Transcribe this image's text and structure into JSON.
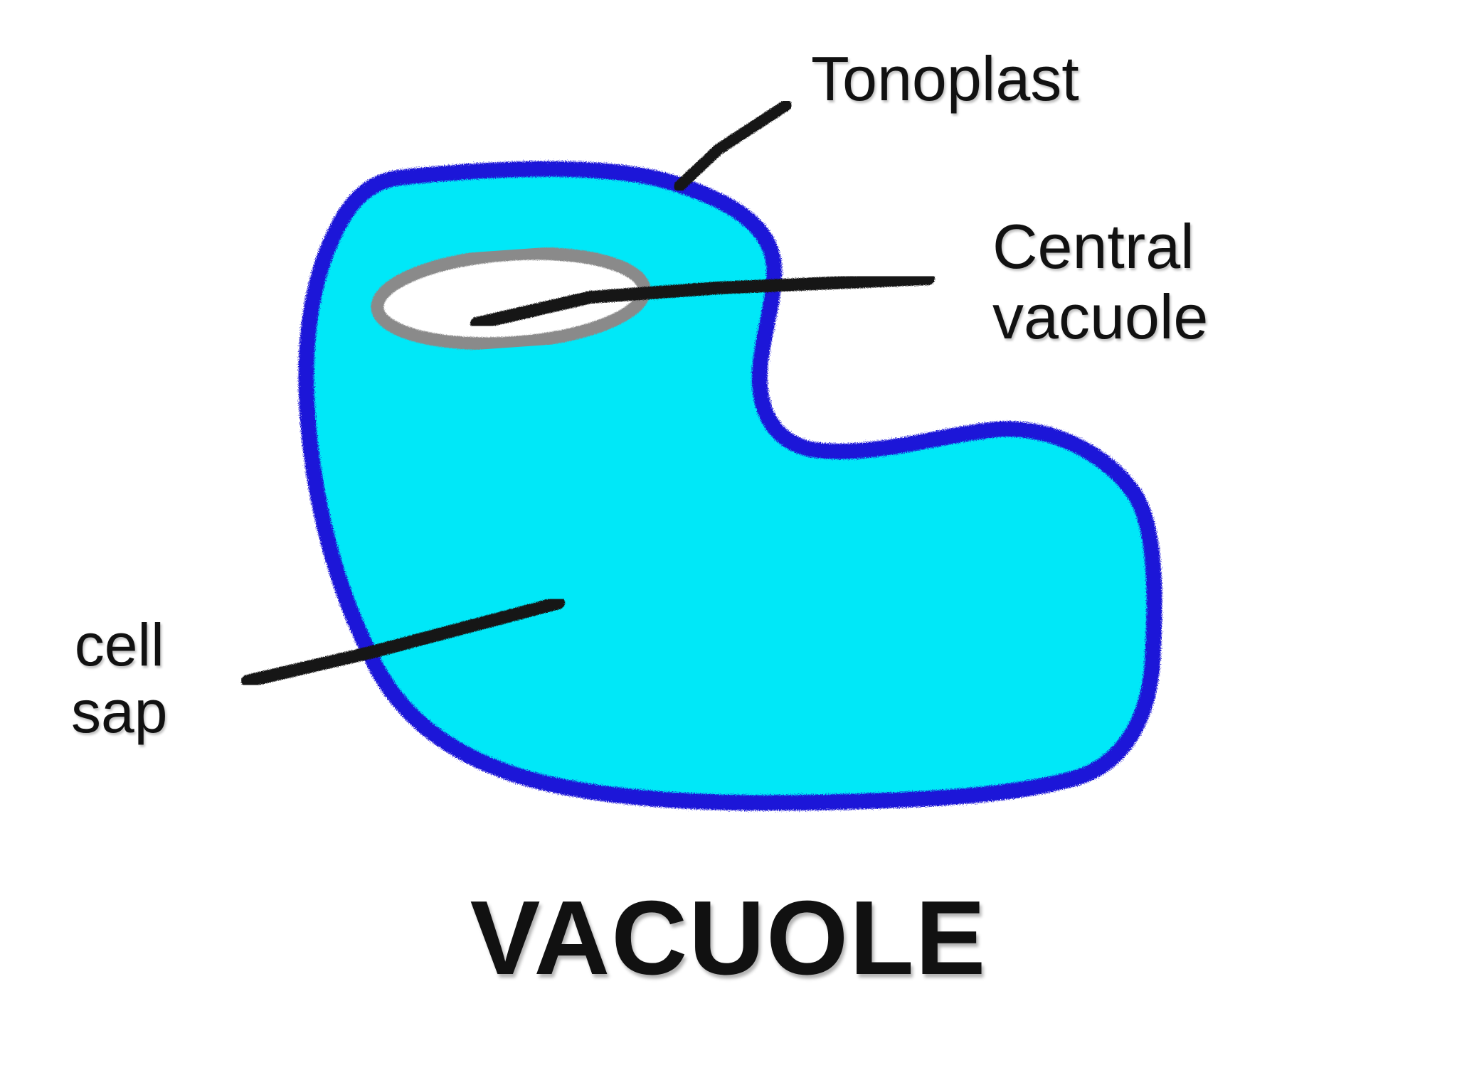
{
  "title": "VACUOLE",
  "labels": {
    "tonoplast": "Tonoplast",
    "central_vacuole": [
      "Central",
      "vacuole"
    ],
    "cell_sap": [
      "cell",
      "sap"
    ]
  },
  "colors": {
    "sap_fill": "#00e8f8",
    "membrane": "#1e16d8",
    "inner_vacuole_outline": "#8a8a8a",
    "inner_vacuole_fill": "#ffffff",
    "leader_line": "#151515"
  }
}
